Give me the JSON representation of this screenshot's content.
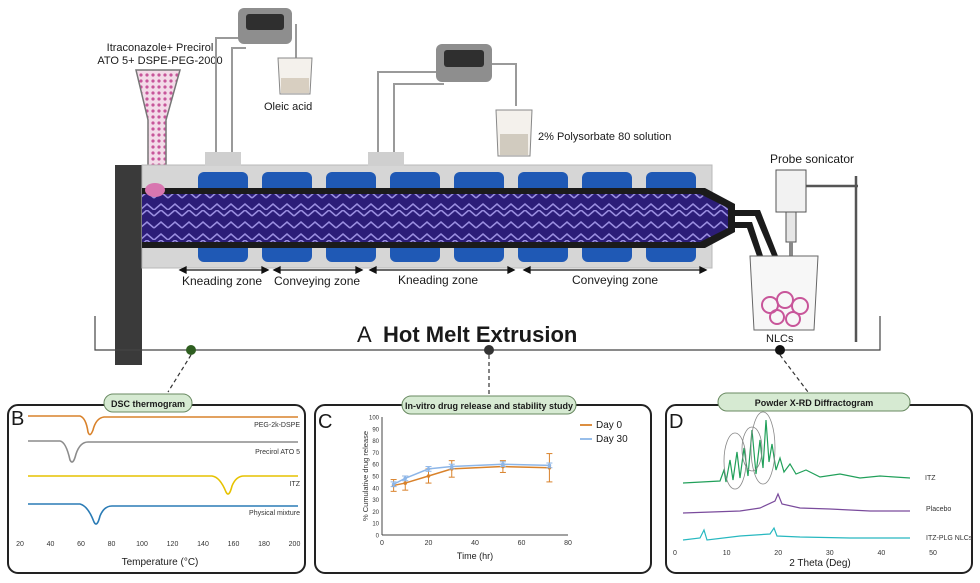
{
  "process": {
    "title_letter": "A",
    "title": "Hot Melt Extrusion",
    "feed_label_line1": "Itraconazole+ Precirol",
    "feed_label_line2": "ATO 5+ DSPE-PEG-2000",
    "oleic_label": "Oleic acid",
    "polysorbate_label": "2% Polysorbate 80 solution",
    "sonicator_label": "Probe sonicator",
    "nlc_label": "NLCs",
    "zones": [
      "Kneading zone",
      "Conveying zone",
      "Kneading zone",
      "Conveying zone"
    ]
  },
  "panels": {
    "b": {
      "letter": "B",
      "title": "DSC thermogram",
      "xlabel": "Temperature (°C)",
      "traces": [
        "PEG-2k-DSPE",
        "Precirol ATO 5",
        "ITZ",
        "Physical mixture"
      ],
      "ticks": [
        "20",
        "40",
        "60",
        "80",
        "100",
        "120",
        "140",
        "160",
        "180",
        "200"
      ]
    },
    "c": {
      "letter": "C",
      "title": "In-vitro drug release and stability study",
      "ylabel": "% Cumulative drug release",
      "xlabel": "Time (hr)",
      "legend": [
        "Day 0",
        "Day 30"
      ],
      "xticks": [
        "0",
        "20",
        "40",
        "60",
        "80"
      ],
      "yticks": [
        "0",
        "10",
        "20",
        "30",
        "40",
        "50",
        "60",
        "70",
        "80",
        "90",
        "100"
      ]
    },
    "d": {
      "letter": "D",
      "title": "Powder X-RD Diffractogram",
      "xlabel": "2 Theta (Deg)",
      "traces": [
        "ITZ",
        "Placebo",
        "ITZ-PLG NLCs"
      ],
      "ticks": [
        "0",
        "10",
        "20",
        "30",
        "40",
        "50"
      ]
    }
  },
  "colors": {
    "peg": "#d9822b",
    "precirol": "#8c8c8c",
    "itz_dsc": "#e6c200",
    "mixture": "#2a7bb5",
    "day0": "#d9822b",
    "day30": "#8db6e8",
    "xrd_itz": "#21a05a",
    "xrd_placebo": "#7a4b9c",
    "xrd_nlc": "#27b8c0",
    "screw": "#2c1d78",
    "block": "#1f59b5",
    "badge": "#d6ead2"
  },
  "chart_data": {
    "type": "line",
    "title": "",
    "xlabel": "Time (hr)",
    "ylabel": "% Cumulative drug release",
    "xlim": [
      0,
      80
    ],
    "ylim": [
      0,
      100
    ],
    "series": [
      {
        "name": "Day 0",
        "x": [
          5,
          10,
          20,
          30,
          52,
          72
        ],
        "y": [
          42,
          44,
          50,
          56,
          58,
          57
        ],
        "err": [
          5,
          6,
          6,
          7,
          5,
          12
        ]
      },
      {
        "name": "Day 30",
        "x": [
          5,
          10,
          20,
          30,
          52,
          72
        ],
        "y": [
          43,
          48,
          56,
          58,
          60,
          59
        ],
        "err": [
          2,
          2,
          2,
          2,
          2,
          2
        ]
      }
    ]
  }
}
